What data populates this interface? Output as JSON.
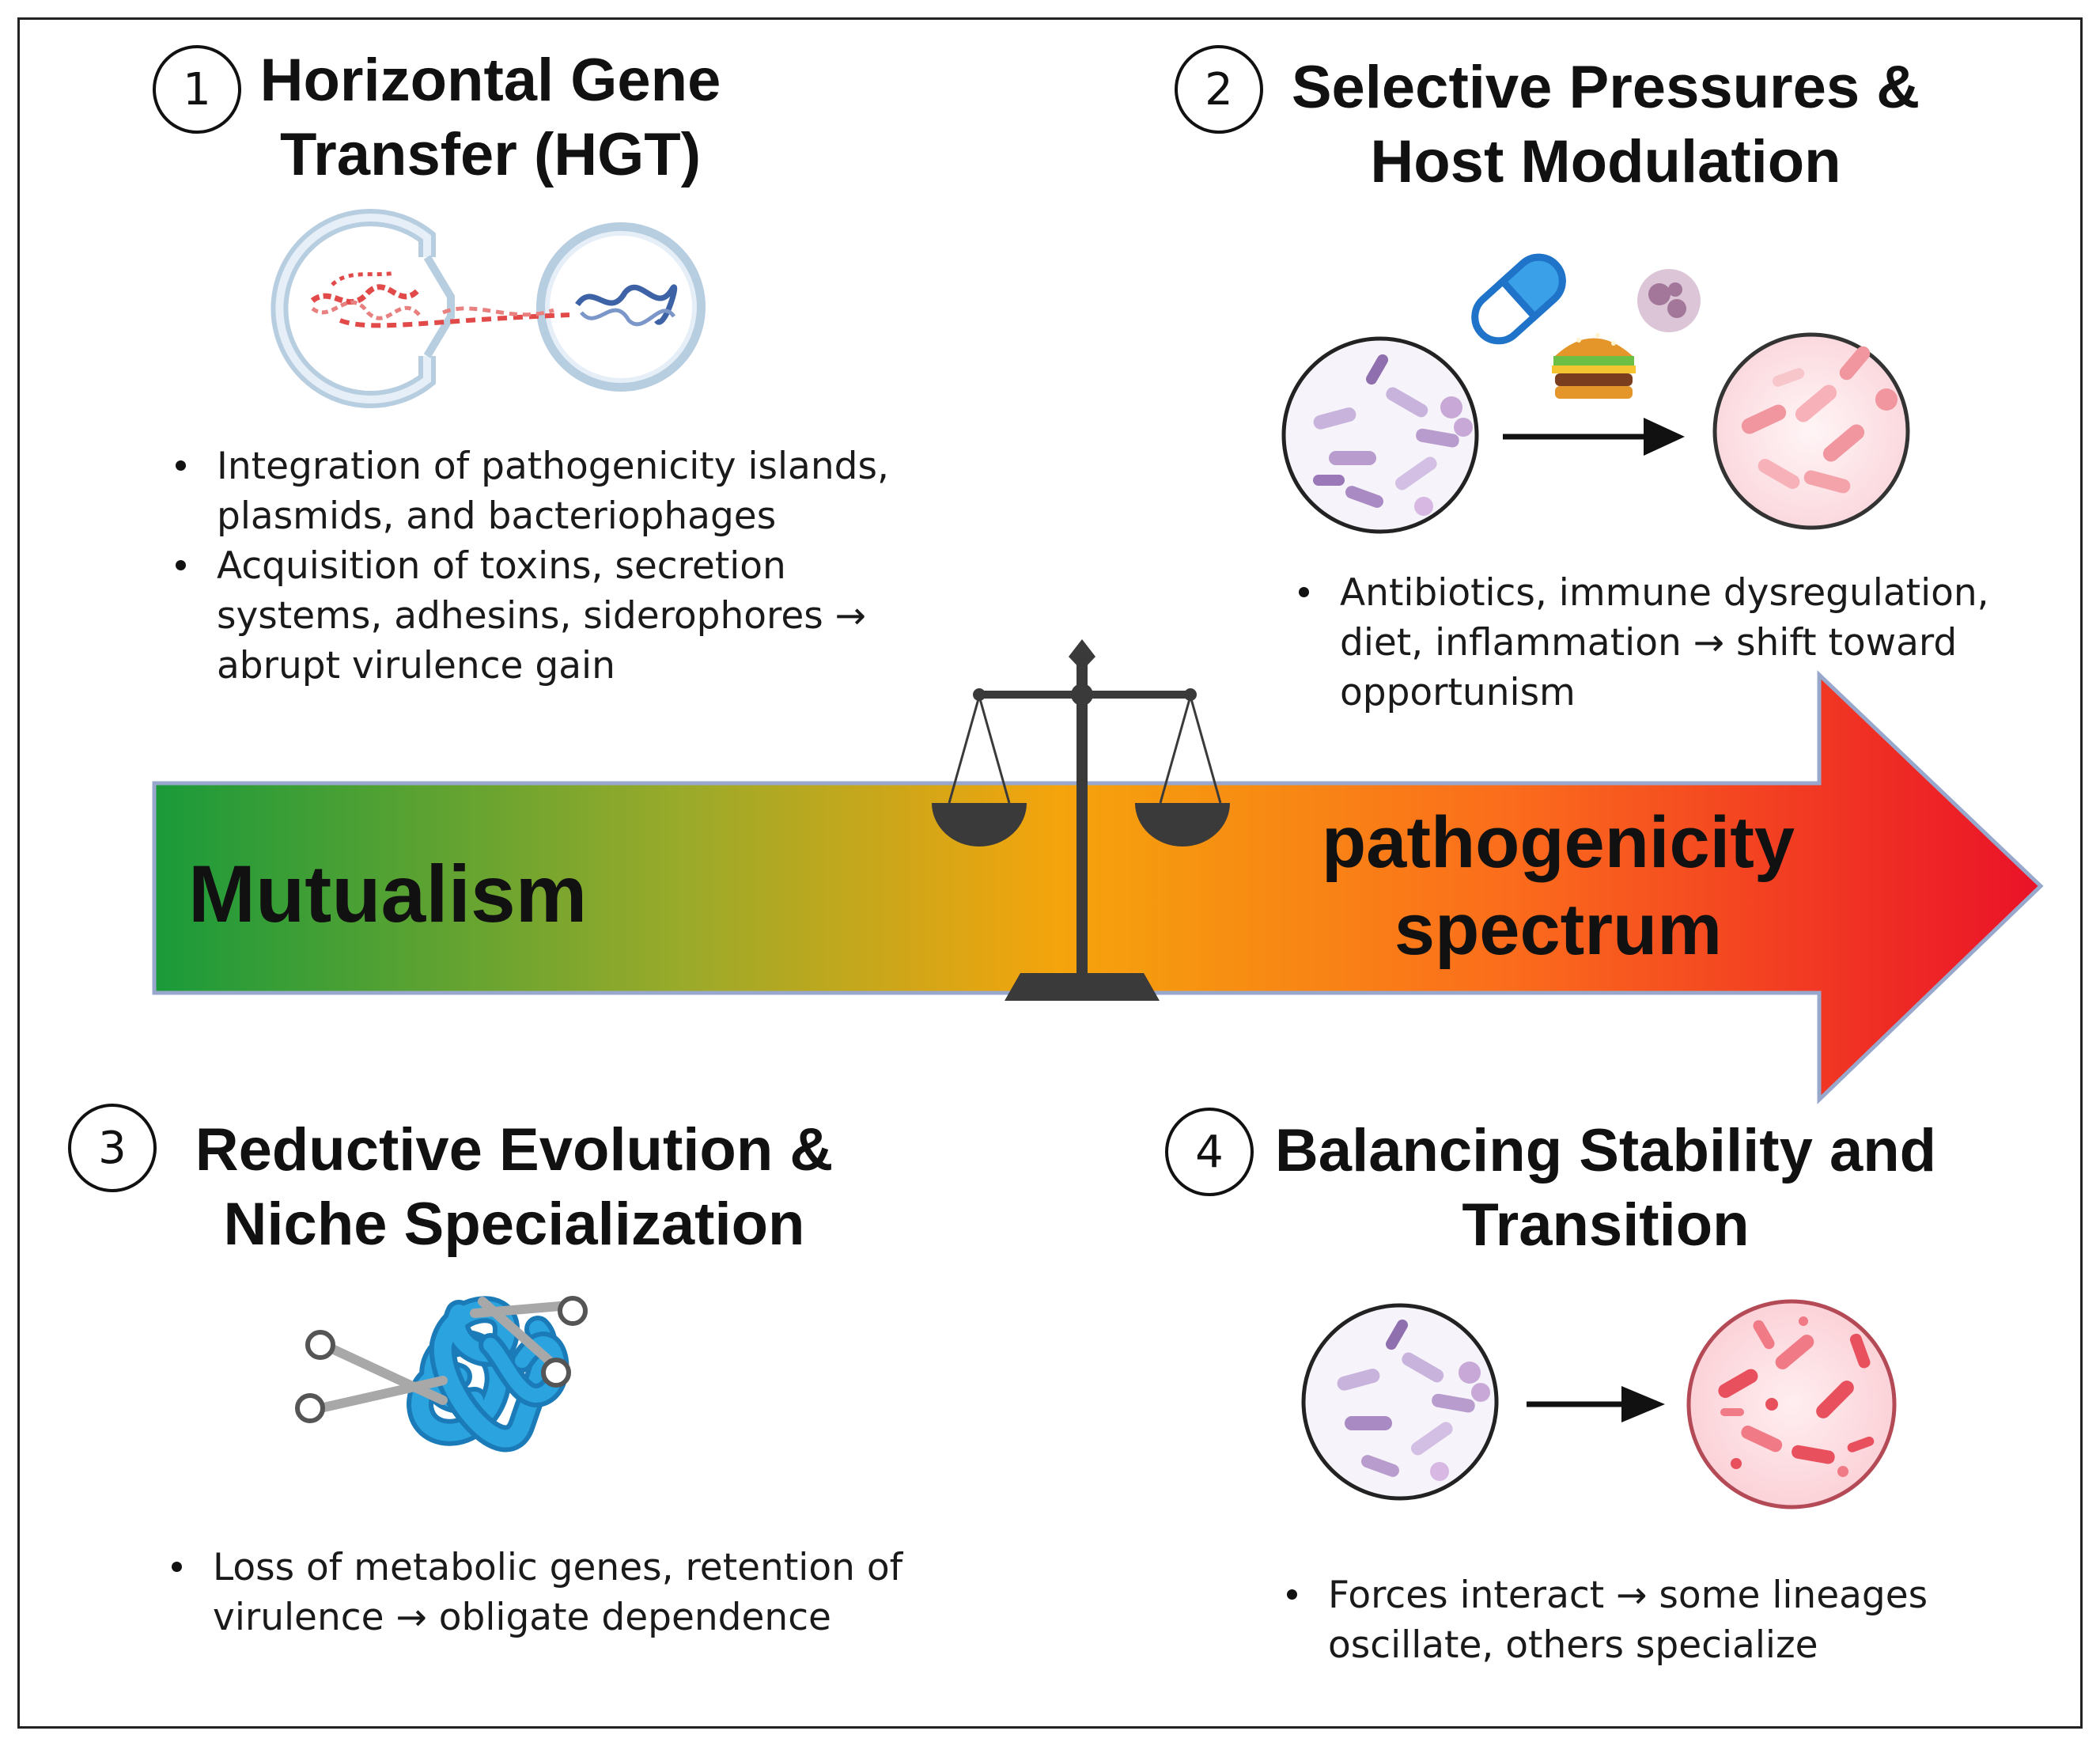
{
  "sections": [
    {
      "number": "1",
      "title_line1": "Horizontal Gene",
      "title_line2": "Transfer (HGT)",
      "bullets": [
        "Integration of pathogenicity islands, plasmids, and bacteriophages",
        "Acquisition of toxins, secretion systems, adhesins, siderophores → abrupt virulence gain"
      ]
    },
    {
      "number": "2",
      "title_line1": "Selective Pressures &",
      "title_line2": "Host Modulation",
      "bullets": [
        "Antibiotics, immune dysregulation, diet, inflammation → shift toward opportunism"
      ]
    },
    {
      "number": "3",
      "title_line1": "Reductive Evolution &",
      "title_line2": "Niche Specialization",
      "bullets": [
        "Loss of metabolic genes, retention of virulence → obligate dependence"
      ]
    },
    {
      "number": "4",
      "title_line1": "Balancing Stability and",
      "title_line2": "Transition",
      "bullets": [
        "Forces interact → some lineages oscillate, others specialize"
      ]
    }
  ],
  "spectrum": {
    "left_label": "Mutualism",
    "right_label_line1": "pathogenicity",
    "right_label_line2": "spectrum",
    "colors": {
      "start": "#1a9a3a",
      "middle": "#f5a40c",
      "end": "#ea1228"
    }
  },
  "icons": [
    "plasmid-conjugation-icon",
    "capsule-icon",
    "burger-icon",
    "immune-cell-icon",
    "balance-scale-icon",
    "dna-scissors-icon",
    "healthy-microbiota-icon",
    "dysbiotic-microbiota-icon",
    "arrow-right-icon"
  ]
}
